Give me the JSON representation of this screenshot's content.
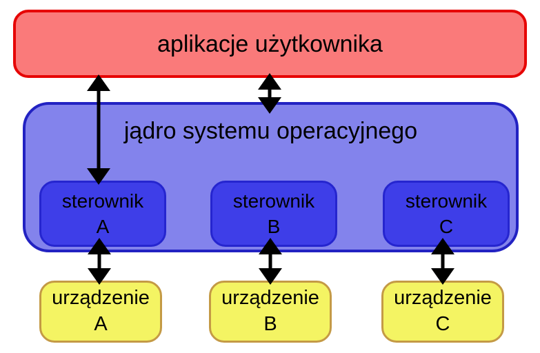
{
  "colors": {
    "background": "#ffffff",
    "apps_fill": "#fa7a7a",
    "apps_border": "#e60505",
    "kernel_fill": "#8383ec",
    "kernel_border": "#2222c2",
    "driver_fill": "#3e3ee8",
    "driver_border": "#2525cf",
    "device_fill": "#f4f463",
    "device_border": "#c49a45",
    "arrow": "#000000",
    "text": "#000000"
  },
  "apps_box": {
    "label": "aplikacje użytkownika"
  },
  "kernel_box": {
    "label": "jądro systemu operacyjnego"
  },
  "drivers": [
    {
      "line1": "sterownik",
      "line2": "A"
    },
    {
      "line1": "sterownik",
      "line2": "B"
    },
    {
      "line1": "sterownik",
      "line2": "C"
    }
  ],
  "devices": [
    {
      "line1": "urządzenie",
      "line2": "A"
    },
    {
      "line1": "urządzenie",
      "line2": "B"
    },
    {
      "line1": "urządzenie",
      "line2": "C"
    }
  ]
}
